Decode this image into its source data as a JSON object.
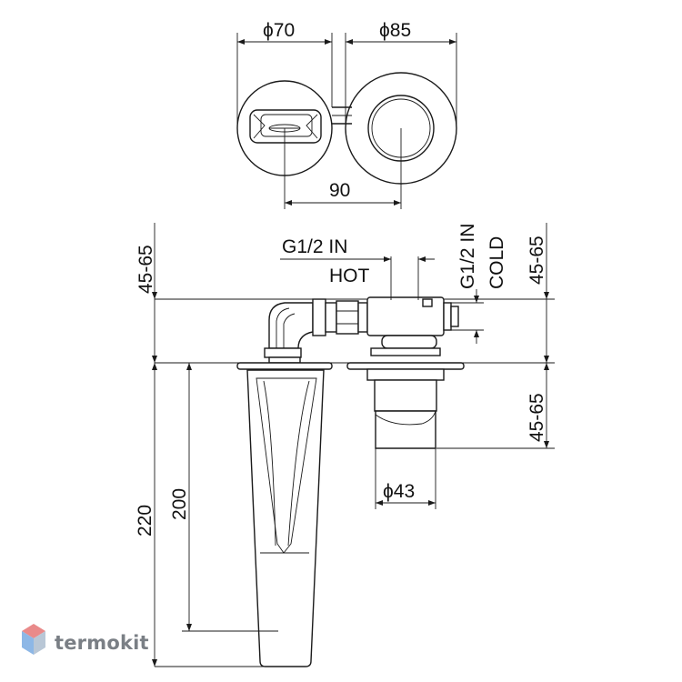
{
  "dimensions": {
    "phi70": "ϕ70",
    "phi85": "ϕ85",
    "spacing90": "90",
    "g12_in": "G1/2 IN",
    "hot": "HOT",
    "g12_in_vertical": "G1/2 IN",
    "cold": "COLD",
    "range_top_left": "45-65",
    "range_top_right": "45-65",
    "range_mid_right": "45-65",
    "height220": "220",
    "height200": "200",
    "phi43": "ϕ43"
  },
  "watermark": {
    "text": "termokit"
  },
  "colors": {
    "line": "#1a1a1a",
    "watermark_text": "#7a7f85",
    "logo_top": "#e98a8a",
    "logo_left": "#8db7e6",
    "logo_right": "#b9c7d6"
  }
}
